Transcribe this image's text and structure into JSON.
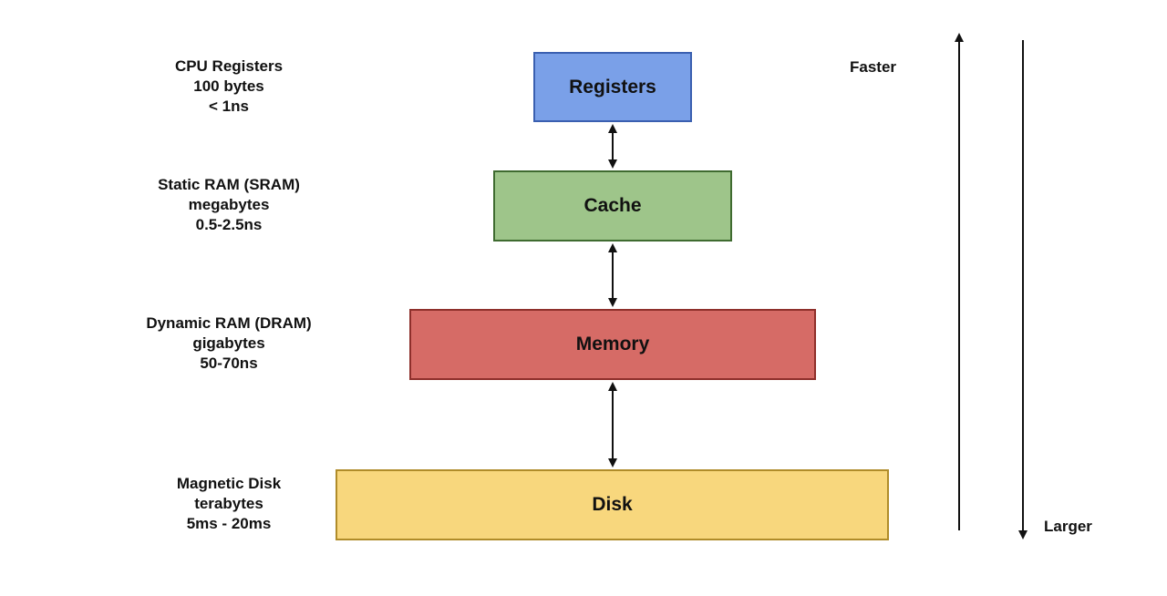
{
  "levels": [
    {
      "box_label": "Registers",
      "tech": "CPU Registers",
      "size": "100 bytes",
      "latency": "< 1ns",
      "fill": "#7aa0e8",
      "border": "#3a5fb0"
    },
    {
      "box_label": "Cache",
      "tech": "Static RAM (SRAM)",
      "size": "megabytes",
      "latency": "0.5-2.5ns",
      "fill": "#9ec58a",
      "border": "#3f6b30"
    },
    {
      "box_label": "Memory",
      "tech": "Dynamic RAM (DRAM)",
      "size": "gigabytes",
      "latency": "50-70ns",
      "fill": "#d66b66",
      "border": "#8e2f2b"
    },
    {
      "box_label": "Disk",
      "tech": "Magnetic Disk",
      "size": "terabytes",
      "latency": "5ms - 20ms",
      "fill": "#f8d77d",
      "border": "#b08c2a"
    }
  ],
  "axes": {
    "up_label": "Faster",
    "down_label": "Larger"
  },
  "colors": {
    "arrow": "#111111"
  }
}
